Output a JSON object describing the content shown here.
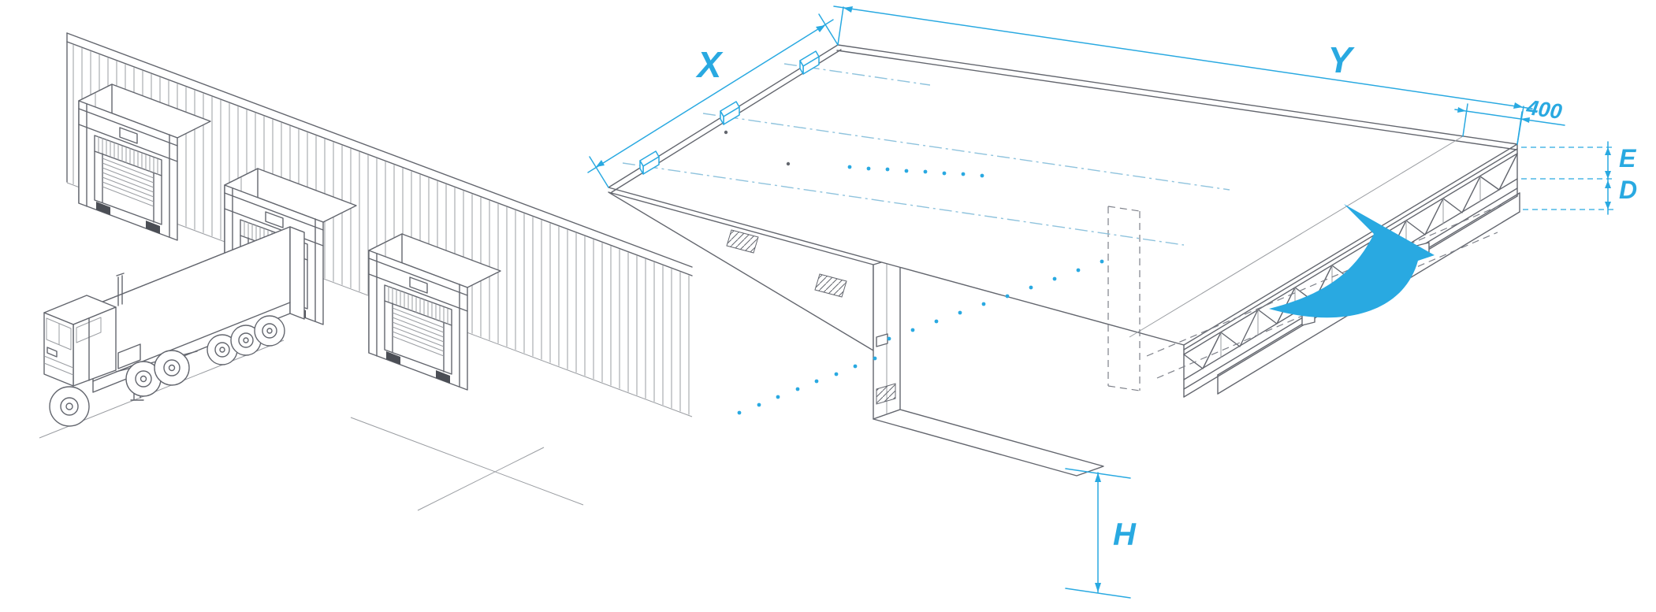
{
  "page": {
    "background": "#ffffff"
  },
  "colors": {
    "accent": "#29a9e1",
    "line": "#63666e",
    "line_light": "#9a9da2",
    "dark_fill": "#4b4e55"
  },
  "figures": {
    "loading_dock_scene": {
      "name": "loading-dock-isometric-illustration"
    },
    "dock_leveler_diagram": {
      "name": "dock-leveler-dimension-diagram",
      "dimensions": {
        "x": {
          "label": "X"
        },
        "y": {
          "label": "Y"
        },
        "lip_length": {
          "label": "400"
        },
        "e": {
          "label": "E"
        },
        "d": {
          "label": "D"
        },
        "h": {
          "label": "H"
        }
      }
    }
  }
}
